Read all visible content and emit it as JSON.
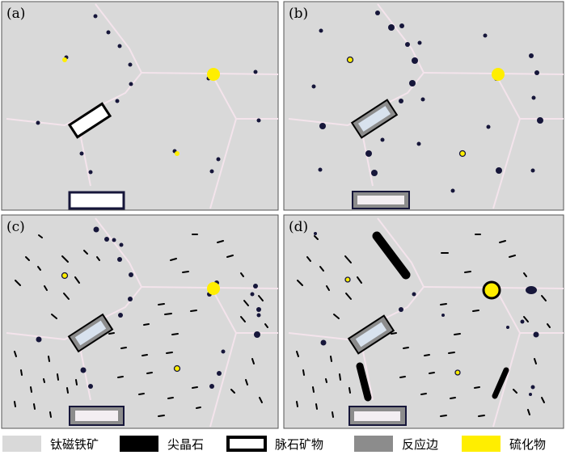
{
  "panels": [
    {
      "id": "a",
      "label": "(a)"
    },
    {
      "id": "b",
      "label": "(b)"
    },
    {
      "id": "c",
      "label": "(c)"
    },
    {
      "id": "d",
      "label": "(d)"
    }
  ],
  "legend": [
    {
      "key": "titanomagnetite",
      "label": "钛磁铁矿",
      "swatch": "fill",
      "color": "#d9d9d9"
    },
    {
      "key": "spinel",
      "label": "尖晶石",
      "swatch": "fill",
      "color": "#000000"
    },
    {
      "key": "gangue",
      "label": "脉石矿物",
      "swatch": "outline",
      "color": "#ffffff"
    },
    {
      "key": "reaction-rim",
      "label": "反应边",
      "swatch": "fill",
      "color": "#8c8c8c"
    },
    {
      "key": "sulfide",
      "label": "硫化物",
      "swatch": "fill",
      "color": "#ffee00"
    }
  ],
  "colors": {
    "background": "#d9d9d9",
    "grain_boundary": "#f4e4ec",
    "spinel_dot": "#16163a",
    "sulfide": "#ffee00",
    "rim": "#8c8c8c",
    "gangue_inner": "#f3eef2",
    "panel_border": "#555555"
  }
}
